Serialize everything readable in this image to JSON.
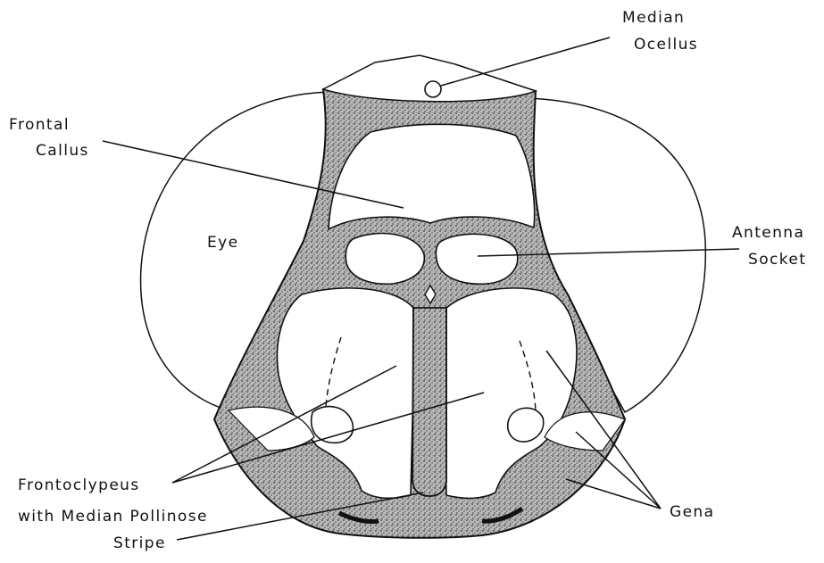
{
  "labels": {
    "median_ocellus": [
      "Median",
      "Ocellus"
    ],
    "frontal_callus": [
      "Frontal",
      "Callus"
    ],
    "eye": "Eye",
    "antenna_socket": [
      "Antenna",
      "Socket"
    ],
    "frontoclypeus": [
      "Frontoclypeus",
      "with Median Pollinose",
      "Stripe"
    ],
    "gena": "Gena"
  },
  "colors": {
    "ink": "#111111",
    "stipple": "#7a7a7a",
    "background": "#ffffff"
  }
}
